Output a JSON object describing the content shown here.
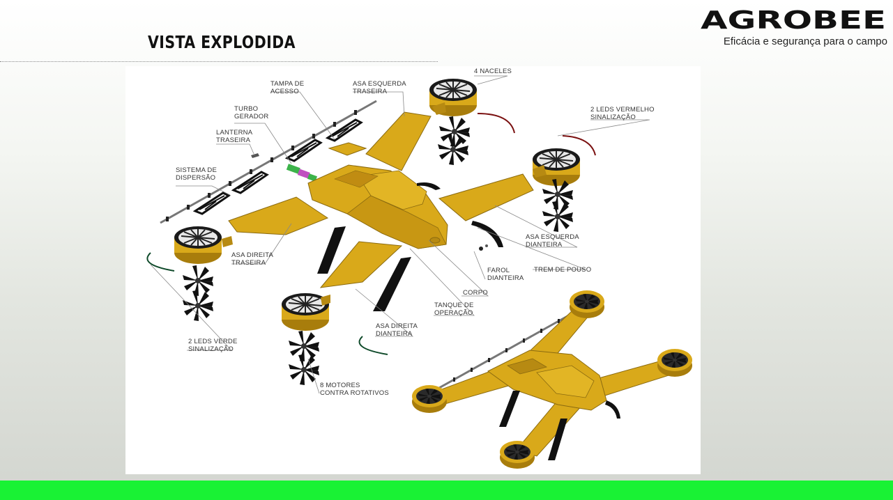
{
  "header": {
    "title": "VISTA EXPLODIDA",
    "brand": "AGROBEE",
    "tagline": "Eficácia e segurança para o campo"
  },
  "colors": {
    "body": "#d9a91a",
    "body_dark": "#a87d0c",
    "black": "#111111",
    "led_red": "#7a1010",
    "led_green": "#0f4a2a",
    "bar": "#19f234"
  },
  "diagram": {
    "labels": {
      "tampa": [
        "TAMPA DE",
        "ACESSO"
      ],
      "asa_esq_tras": [
        "ASA ESQUERDA",
        "TRASEIRA"
      ],
      "naceles": [
        "4 NACELES"
      ],
      "leds_verm": [
        "2 LEDS VERMELHO",
        "SINALIZAÇÃO"
      ],
      "turbo": [
        "TURBO",
        "GERADOR"
      ],
      "lanterna": [
        "LANTERNA",
        "TRASEIRA"
      ],
      "sistema": [
        "SISTEMA DE",
        "DISPERSÃO"
      ],
      "asa_dir_tras": [
        "ASA DIREITA",
        "TRASEIRA"
      ],
      "asa_esq_diant": [
        "ASA ESQUERDA",
        "DIANTEIRA"
      ],
      "farol": [
        "FAROL",
        "DIANTEIRA"
      ],
      "trem": [
        "TREM DE POUSO"
      ],
      "corpo": [
        "CORPO"
      ],
      "tanque": [
        "TANQUE DE",
        "OPERAÇÃO"
      ],
      "asa_dir_diant": [
        "ASA DIREITA",
        "DIANTEIRA"
      ],
      "leds_verde": [
        "2 LEDS VERDE",
        "SINALIZAÇÃO"
      ],
      "motores": [
        "8 MOTORES",
        "CONTRA ROTATIVOS"
      ]
    }
  }
}
